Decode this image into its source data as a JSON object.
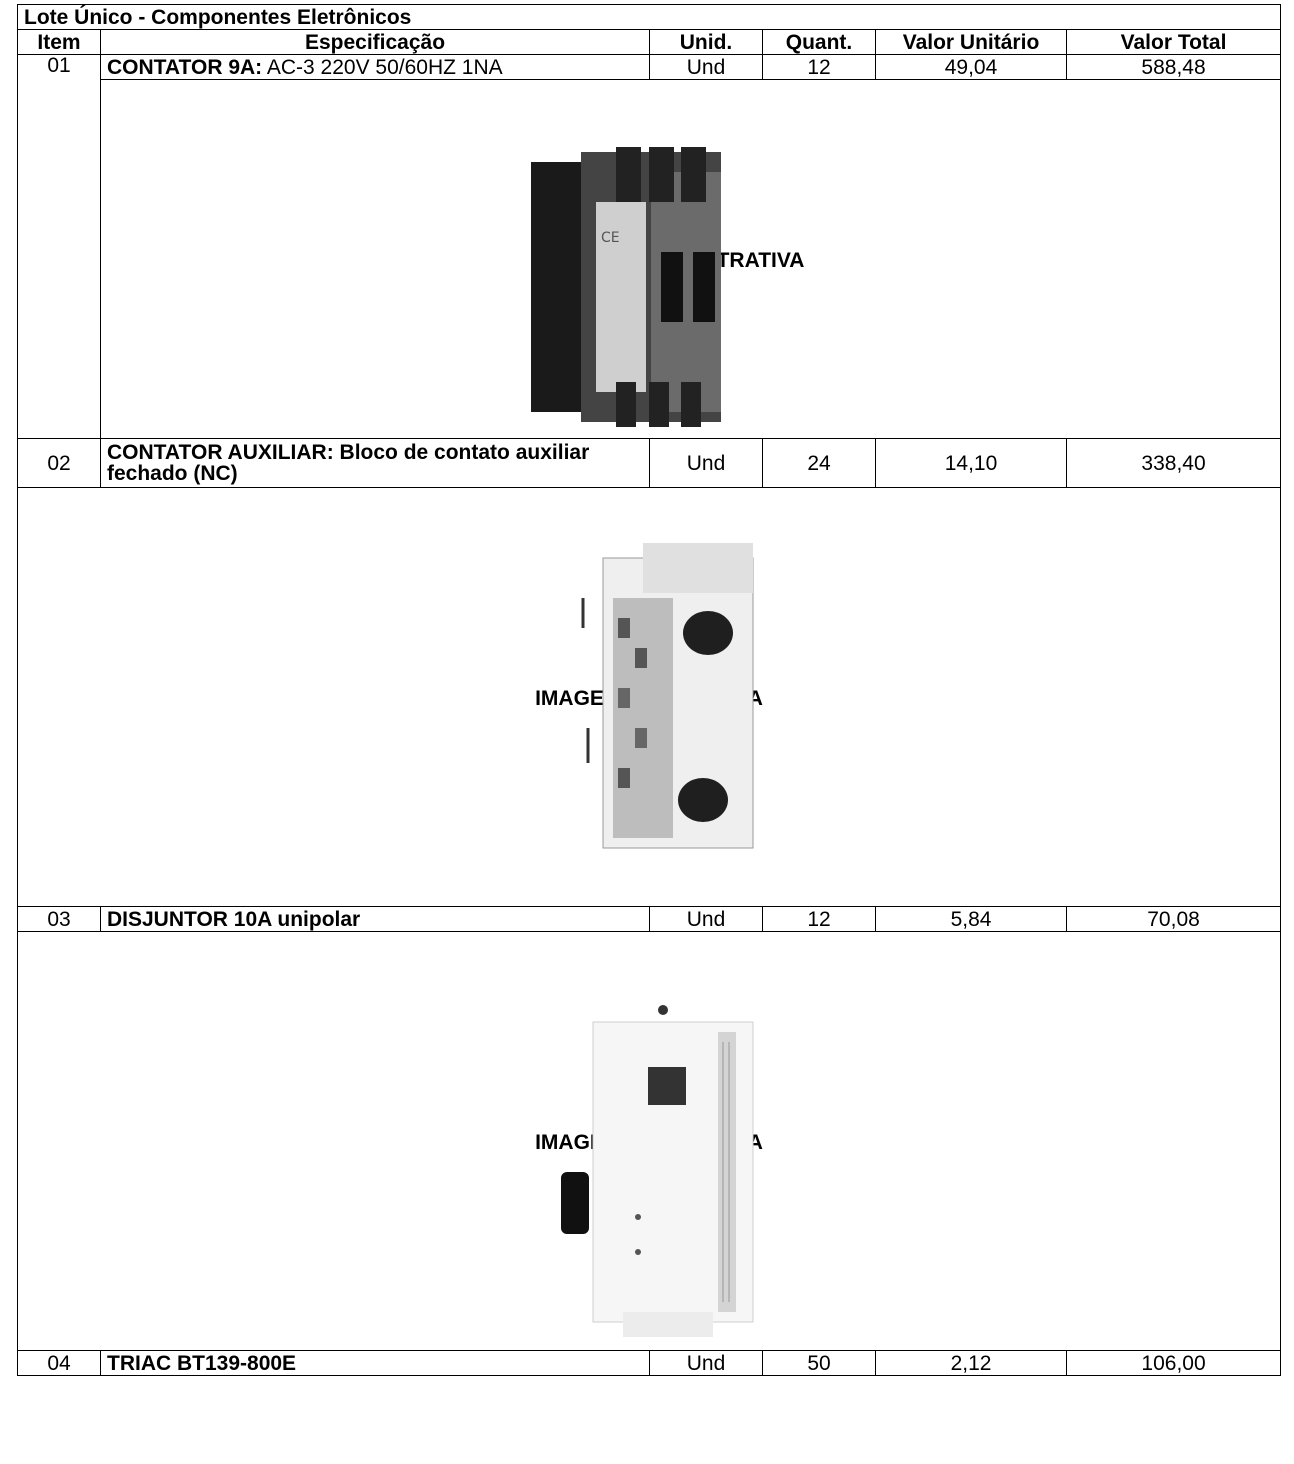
{
  "lot_title": "Lote Único - Componentes Eletrônicos",
  "headers": {
    "item": "Item",
    "spec": "Especificação",
    "unit": "Unid.",
    "qty": "Quant.",
    "unit_value": "Valor Unitário",
    "total_value": "Valor Total"
  },
  "image_label": "IMAGEM ILUSTRATIVA",
  "items": [
    {
      "item": "01",
      "spec_bold": "CONTATOR 9A:",
      "spec_rest": " AC-3 220V 50/60HZ 1NA",
      "unit": "Und",
      "qty": "12",
      "unit_value": "49,04",
      "total_value": "588,48"
    },
    {
      "item": "02",
      "spec_bold": "CONTATOR AUXILIAR: Bloco de contato auxiliar fechado (NC)",
      "spec_rest": "",
      "unit": "Und",
      "qty": "24",
      "unit_value": "14,10",
      "total_value": "338,40"
    },
    {
      "item": "03",
      "spec_bold": "DISJUNTOR 10A  unipolar",
      "spec_rest": "",
      "unit": "Und",
      "qty": "12",
      "unit_value": "5,84",
      "total_value": "70,08"
    },
    {
      "item": "04",
      "spec_bold": "TRIAC BT139-800E",
      "spec_rest": "",
      "unit": "Und",
      "qty": "50",
      "unit_value": "2,12",
      "total_value": "106,00"
    }
  ]
}
